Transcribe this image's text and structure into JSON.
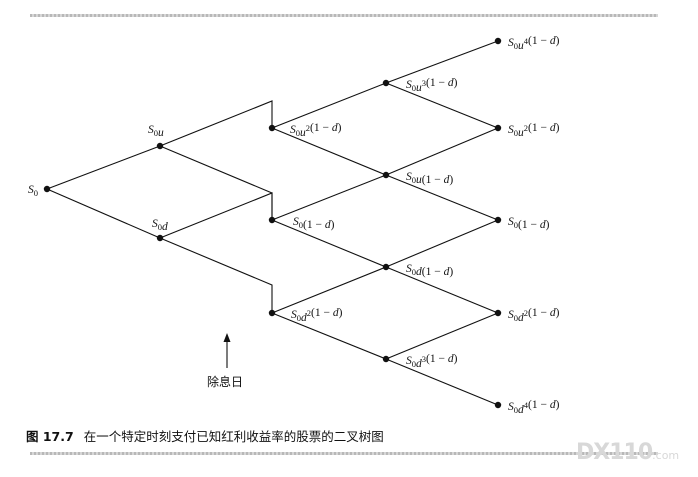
{
  "figure": {
    "caption_number": "图 17.7",
    "caption_text": "在一个特定时刻支付已知红利收益率的股票的二叉树图",
    "annotation": "除息日",
    "watermark": "DX110",
    "watermark_suffix": ".com"
  },
  "nodes": [
    {
      "id": "n0",
      "label": [
        [
          "S",
          "i"
        ],
        [
          "0",
          "sub"
        ]
      ]
    },
    {
      "id": "u",
      "label": [
        [
          "S",
          "i"
        ],
        [
          "0",
          "sub"
        ],
        [
          "u",
          "i"
        ]
      ]
    },
    {
      "id": "d",
      "label": [
        [
          "S",
          "i"
        ],
        [
          "0",
          "sub"
        ],
        [
          "d",
          "i"
        ]
      ]
    },
    {
      "id": "uu",
      "label": [
        [
          "S",
          "i"
        ],
        [
          "0",
          "sub"
        ],
        [
          "u",
          "i"
        ],
        [
          "2",
          "sup"
        ],
        [
          "(1 − ",
          "n"
        ],
        [
          "d",
          "i"
        ],
        [
          ")",
          "n"
        ]
      ]
    },
    {
      "id": "ud",
      "label": [
        [
          "S",
          "i"
        ],
        [
          "0",
          "sub"
        ],
        [
          "(1 − ",
          "n"
        ],
        [
          "d",
          "i"
        ],
        [
          ")",
          "n"
        ]
      ]
    },
    {
      "id": "dd",
      "label": [
        [
          "S",
          "i"
        ],
        [
          "0",
          "sub"
        ],
        [
          "d",
          "i"
        ],
        [
          "2",
          "sup"
        ],
        [
          "(1 − ",
          "n"
        ],
        [
          "d",
          "i"
        ],
        [
          ")",
          "n"
        ]
      ]
    },
    {
      "id": "u3",
      "label": [
        [
          "S",
          "i"
        ],
        [
          "0",
          "sub"
        ],
        [
          "u",
          "i"
        ],
        [
          "3",
          "sup"
        ],
        [
          "(1 − ",
          "n"
        ],
        [
          "d",
          "i"
        ],
        [
          ")",
          "n"
        ]
      ]
    },
    {
      "id": "u1",
      "label": [
        [
          "S",
          "i"
        ],
        [
          "0",
          "sub"
        ],
        [
          "u",
          "i"
        ],
        [
          "(1 − ",
          "n"
        ],
        [
          "d",
          "i"
        ],
        [
          ")",
          "n"
        ]
      ]
    },
    {
      "id": "d1",
      "label": [
        [
          "S",
          "i"
        ],
        [
          "0",
          "sub"
        ],
        [
          "d",
          "i"
        ],
        [
          "(1 − ",
          "n"
        ],
        [
          "d",
          "i"
        ],
        [
          ")",
          "n"
        ]
      ]
    },
    {
      "id": "d3",
      "label": [
        [
          "S",
          "i"
        ],
        [
          "0",
          "sub"
        ],
        [
          "d",
          "i"
        ],
        [
          "3",
          "sup"
        ],
        [
          "(1 − ",
          "n"
        ],
        [
          "d",
          "i"
        ],
        [
          ")",
          "n"
        ]
      ]
    },
    {
      "id": "u4",
      "label": [
        [
          "S",
          "i"
        ],
        [
          "0",
          "sub"
        ],
        [
          "u",
          "i"
        ],
        [
          "4",
          "sup"
        ],
        [
          "(1 − ",
          "n"
        ],
        [
          "d",
          "i"
        ],
        [
          ")",
          "n"
        ]
      ]
    },
    {
      "id": "u2",
      "label": [
        [
          "S",
          "i"
        ],
        [
          "0",
          "sub"
        ],
        [
          "u",
          "i"
        ],
        [
          "2",
          "sup"
        ],
        [
          "(1 − ",
          "n"
        ],
        [
          "d",
          "i"
        ],
        [
          ")",
          "n"
        ]
      ]
    },
    {
      "id": "m0",
      "label": [
        [
          "S",
          "i"
        ],
        [
          "0",
          "sub"
        ],
        [
          "(1 − ",
          "n"
        ],
        [
          "d",
          "i"
        ],
        [
          ")",
          "n"
        ]
      ]
    },
    {
      "id": "d2",
      "label": [
        [
          "S",
          "i"
        ],
        [
          "0",
          "sub"
        ],
        [
          "d",
          "i"
        ],
        [
          "2",
          "sup"
        ],
        [
          "(1 − ",
          "n"
        ],
        [
          "d",
          "i"
        ],
        [
          ")",
          "n"
        ]
      ]
    },
    {
      "id": "d4",
      "label": [
        [
          "S",
          "i"
        ],
        [
          "0",
          "sub"
        ],
        [
          "d",
          "i"
        ],
        [
          "4",
          "sup"
        ],
        [
          "(1 − ",
          "n"
        ],
        [
          "d",
          "i"
        ],
        [
          ")",
          "n"
        ]
      ]
    }
  ]
}
